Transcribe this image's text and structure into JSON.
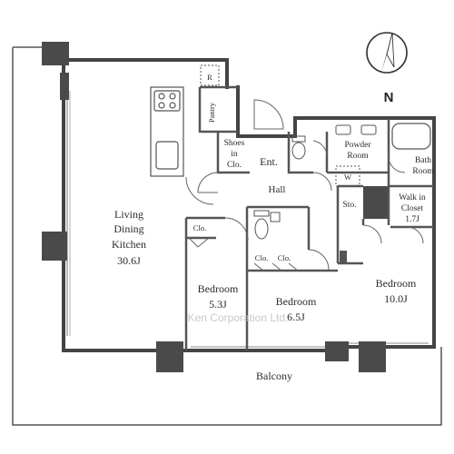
{
  "rooms": {
    "living": {
      "name_lines": [
        "Living",
        "Dining",
        "Kitchen"
      ],
      "size": "30.6J"
    },
    "bedroom1": {
      "name": "Bedroom",
      "size": "5.3J"
    },
    "bedroom2": {
      "name": "Bedroom",
      "size": "6.5J"
    },
    "bedroom3": {
      "name": "Bedroom",
      "size": "10.0J"
    },
    "walk_in_closet": {
      "name_lines": [
        "Walk in",
        "Closet"
      ],
      "size": "1.7J"
    },
    "bath_room": {
      "name_lines": [
        "Bath",
        "Room"
      ]
    },
    "powder_room": {
      "name_lines": [
        "Powder",
        "Room"
      ]
    },
    "shoes_closet": {
      "name_lines": [
        "Shoes",
        "in",
        "Clo."
      ]
    },
    "pantry": {
      "name": "Pantry"
    },
    "refrigerator": {
      "name": "R"
    },
    "entrance": {
      "name": "Ent."
    },
    "hall": {
      "name": "Hall"
    },
    "storage": {
      "name": "Sto."
    },
    "washer": {
      "name": "W"
    },
    "closets": [
      "Clo.",
      "Clo.",
      "Clo."
    ],
    "balcony": {
      "name": "Balcony"
    }
  },
  "compass": {
    "label": "N"
  },
  "watermark": "Ken Corporation Ltd."
}
